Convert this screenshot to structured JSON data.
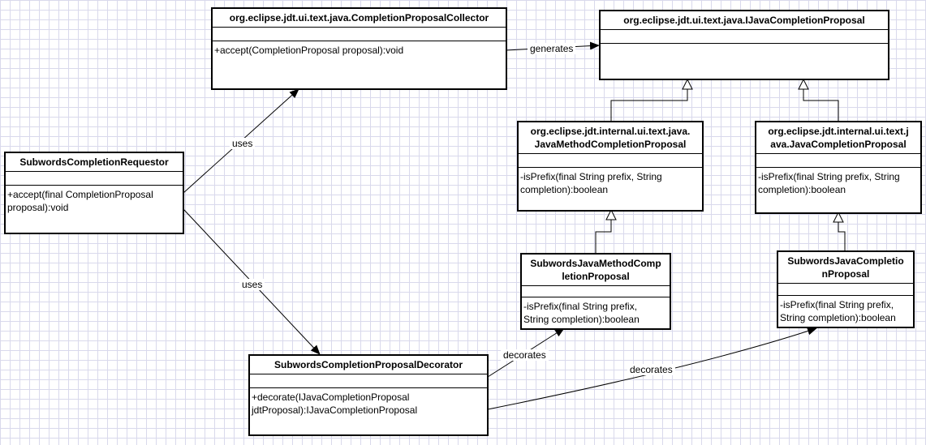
{
  "classes": {
    "collector": {
      "name": "org.eclipse.jdt.ui.text.java.CompletionProposalCollector",
      "ops": "+accept(CompletionProposal proposal):void"
    },
    "ijcp": {
      "name": "org.eclipse.jdt.ui.text.java.IJavaCompletionProposal",
      "ops": ""
    },
    "requestor": {
      "name": "SubwordsCompletionRequestor",
      "ops": "+accept(final CompletionProposal\nproposal):void"
    },
    "jmcp": {
      "name": "org.eclipse.jdt.internal.ui.text.java.\nJavaMethodCompletionProposal",
      "ops": "-isPrefix(final String prefix, String\ncompletion):boolean"
    },
    "jcp": {
      "name": "org.eclipse.jdt.internal.ui.text.j\nava.JavaCompletionProposal",
      "ops": "-isPrefix(final String prefix, String\ncompletion):boolean"
    },
    "sjmcp": {
      "name": "SubwordsJavaMethodComp\nletionProposal",
      "ops": "-isPrefix(final String prefix,\nString completion):boolean"
    },
    "sjcp": {
      "name": "SubwordsJavaCompletio\nnProposal",
      "ops": "-isPrefix(final String prefix,\nString completion):boolean"
    },
    "decorator": {
      "name": "SubwordsCompletionProposalDecorator",
      "ops": "+decorate(IJavaCompletionProposal\njdtProposal):IJavaCompletionProposal"
    }
  },
  "relations": {
    "generates": "generates",
    "uses_1": "uses",
    "uses_2": "uses",
    "decorates_1": "decorates",
    "decorates_2": "decorates"
  }
}
